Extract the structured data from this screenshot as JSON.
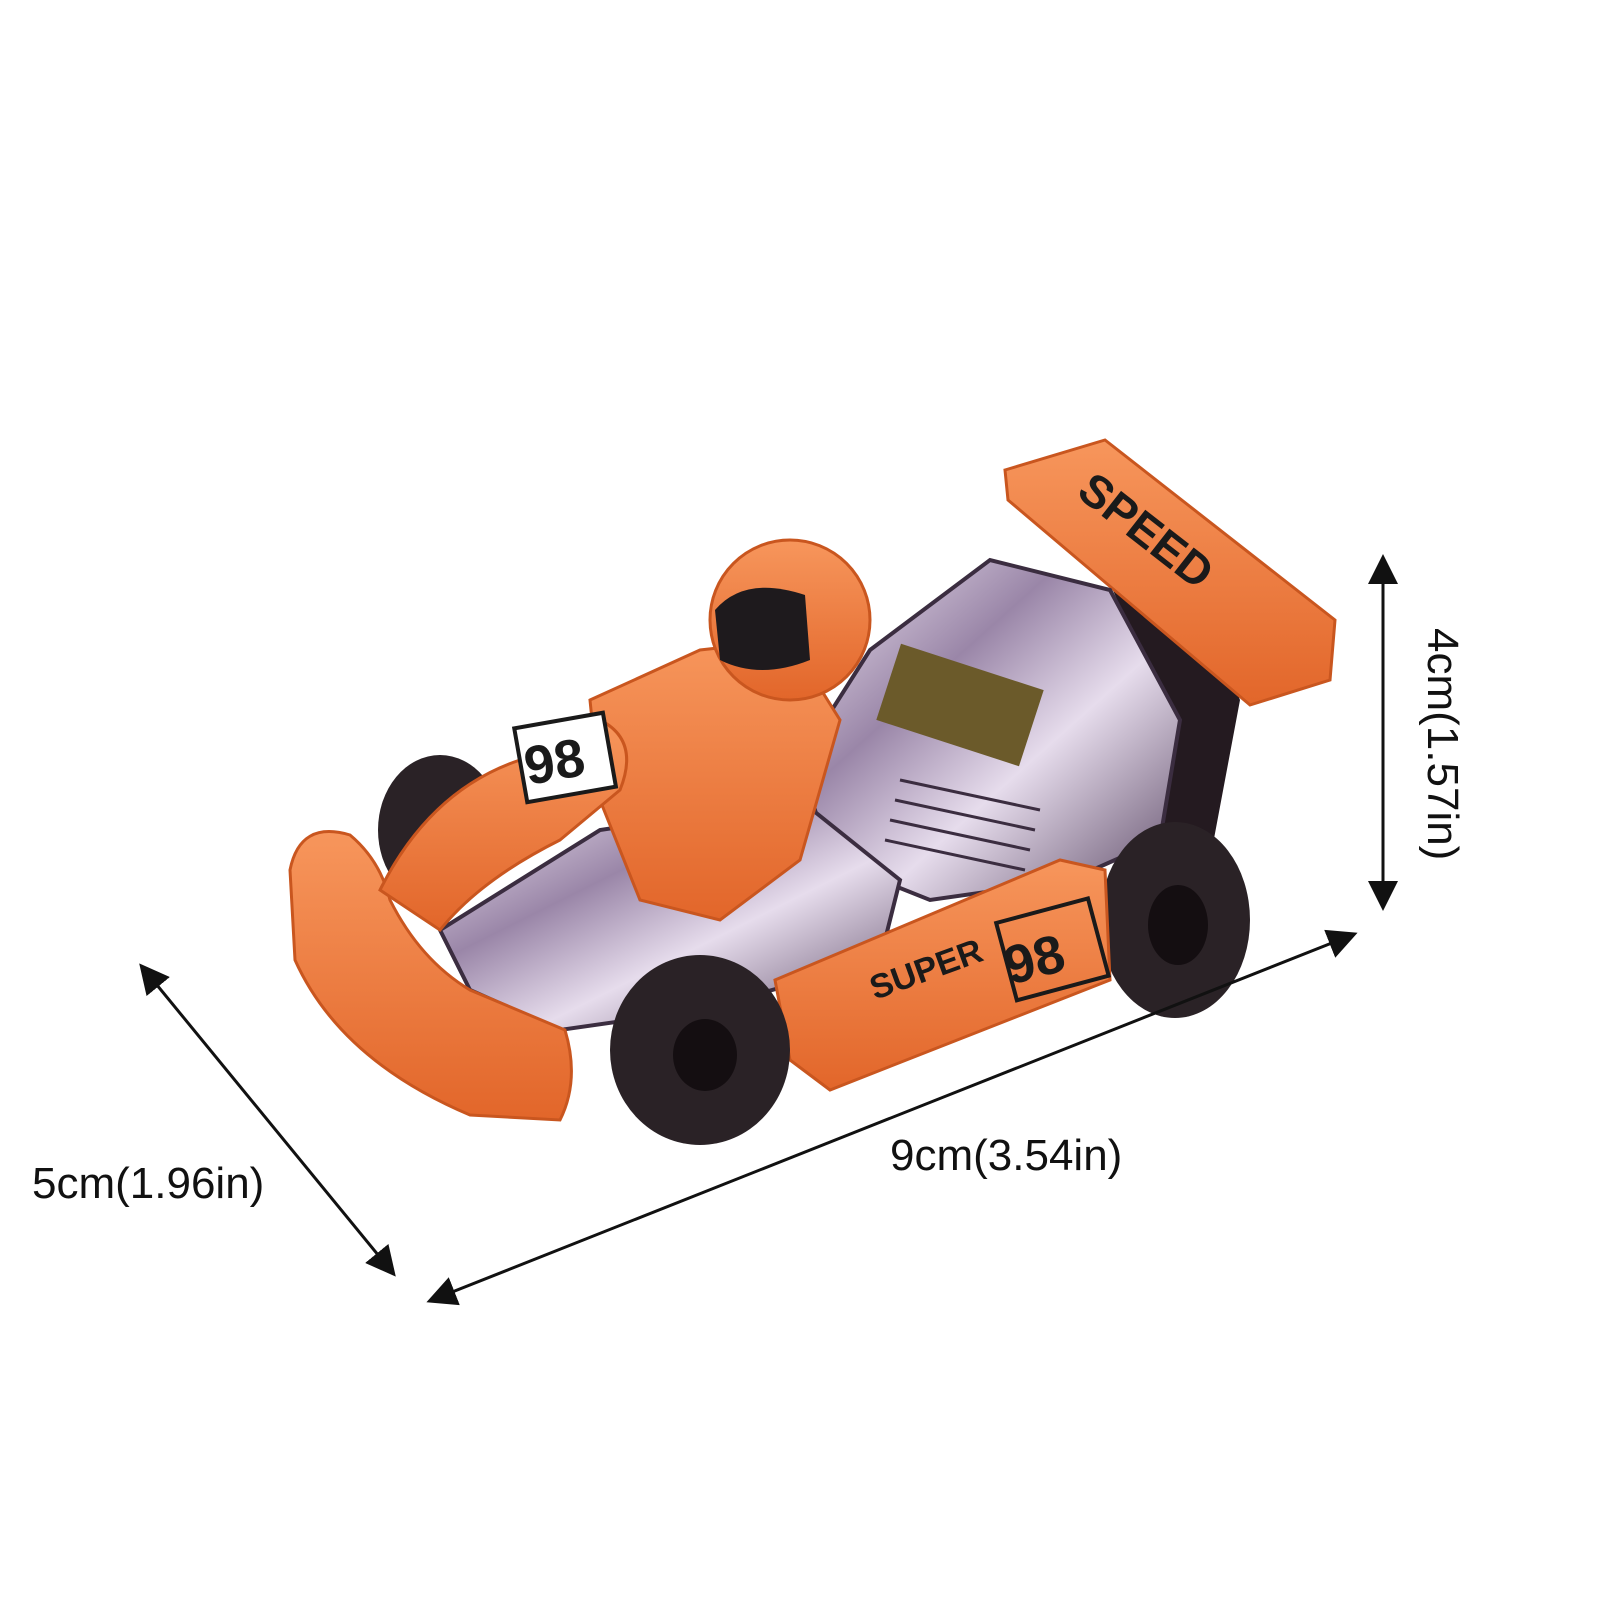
{
  "dimensions": {
    "depth_label": "5cm(1.96in)",
    "length_label": "9cm(3.54in)",
    "height_label": "4cm(1.57in)"
  },
  "decals": {
    "number": "98",
    "super": "SUPER",
    "wing": "SPEED"
  },
  "colors": {
    "body_orange": "#f07a3e",
    "dark_orange": "#c9561f",
    "tire_black": "#2a2226",
    "chrome": "#b9a9c2",
    "arrow_black": "#111111"
  },
  "icons": {
    "arrow_head": "arrow-head-icon"
  }
}
